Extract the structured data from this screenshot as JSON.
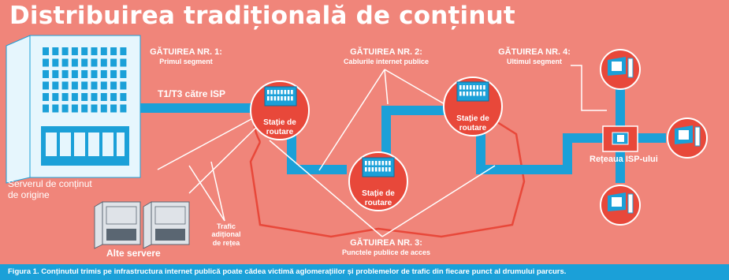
{
  "title": "Distribuirea tradițională de conținut",
  "bottleneck_1": {
    "heading": "GĂTUIREA NR. 1:",
    "label": "Primul segment"
  },
  "bottleneck_2": {
    "heading": "GĂTUIREA NR. 2:",
    "label": "Cablurile internet publice"
  },
  "bottleneck_3": {
    "heading": "GĂTUIREA NR. 3:",
    "label": "Punctele publice de acces"
  },
  "bottleneck_4": {
    "heading": "GĂTUIREA NR. 4:",
    "label": "Ultimul segment"
  },
  "link_label": "T1/T3 către ISP",
  "router_label_line1": "Stație de",
  "router_label_line2": "routare",
  "origin_server_line1": "Serverul de conținut",
  "origin_server_line2": "de origine",
  "other_servers": "Alte servere",
  "extra_traffic": [
    "Trafic",
    "adițional",
    "de rețea"
  ],
  "isp_network": "Rețeaua ISP-ului",
  "caption": "Figura 1. Conținutul trimis pe infrastructura internet publică poate cădea victimă aglomerațiilor și problemelor de trafic din fiecare punct al drumului parcurs.",
  "colors": {
    "background": "#f0857a",
    "accent_blue": "#1ba0d8",
    "router_red": "#e8483a",
    "ring_red": "#e8483a"
  }
}
